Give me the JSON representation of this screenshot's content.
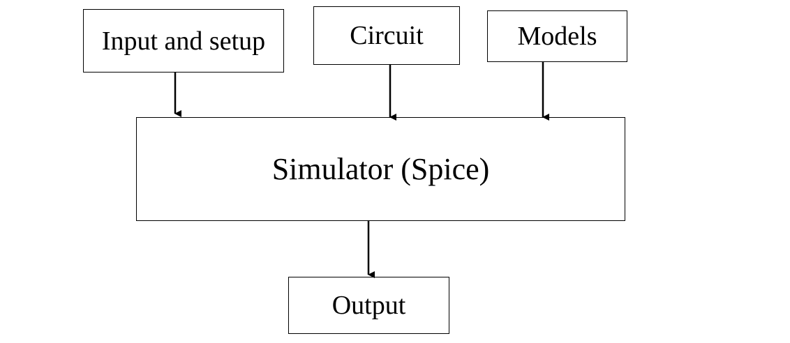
{
  "diagram": {
    "nodes": {
      "input": {
        "label": "Input and setup"
      },
      "circuit": {
        "label": "Circuit"
      },
      "models": {
        "label": "Models"
      },
      "simulator": {
        "label": "Simulator (Spice)"
      },
      "output": {
        "label": "Output"
      }
    },
    "edges": [
      {
        "from": "input",
        "to": "simulator"
      },
      {
        "from": "circuit",
        "to": "simulator"
      },
      {
        "from": "models",
        "to": "simulator"
      },
      {
        "from": "simulator",
        "to": "output"
      }
    ]
  }
}
